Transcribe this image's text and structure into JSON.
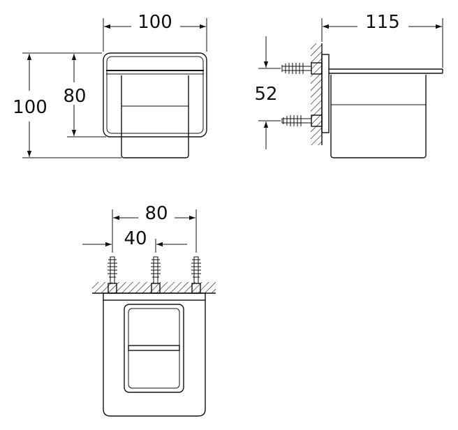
{
  "dimensions": {
    "front_width": "100",
    "front_height_outer": "100",
    "front_height_inner": "80",
    "side_depth": "115",
    "side_spacing": "52",
    "bottom_spacing_outer": "80",
    "bottom_spacing_inner": "40"
  }
}
